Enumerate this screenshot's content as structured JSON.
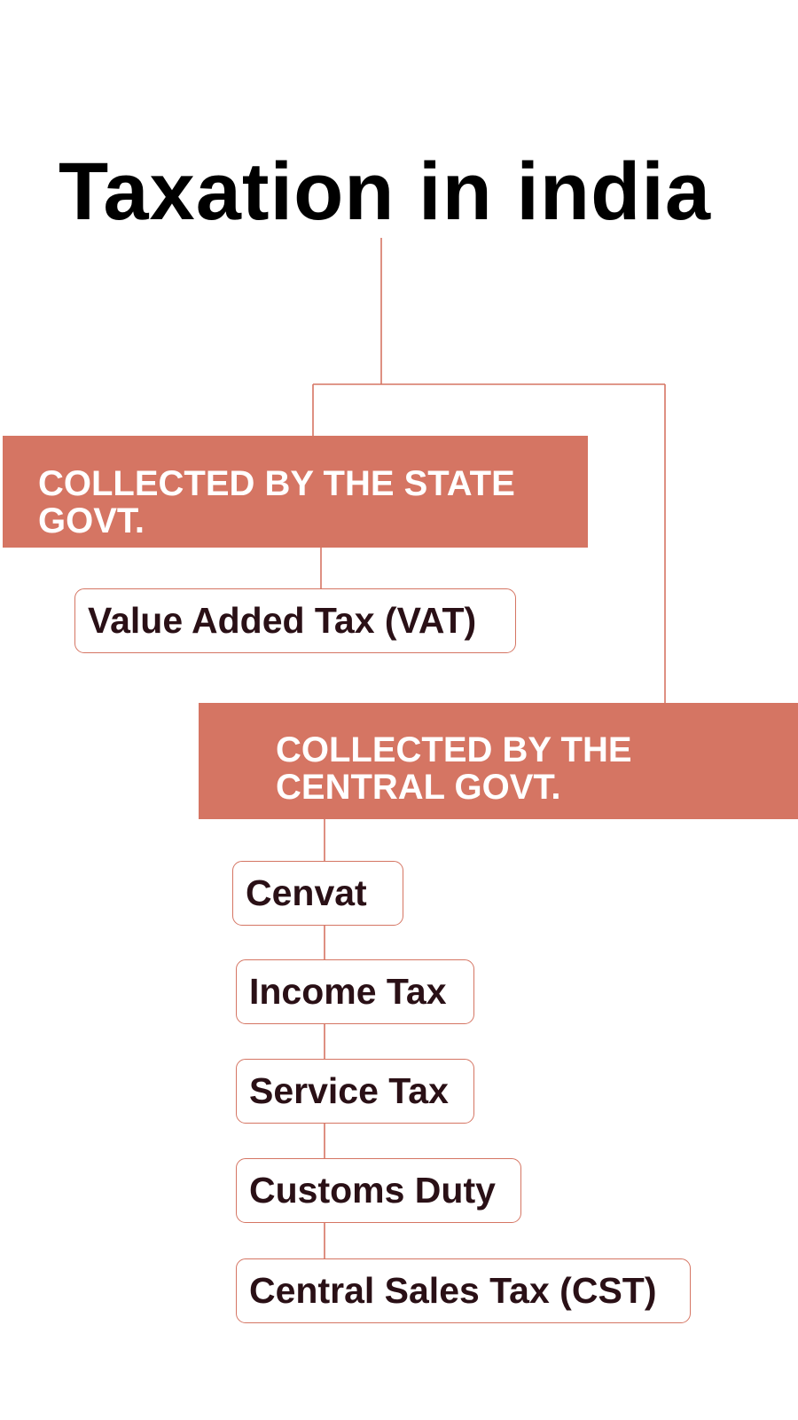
{
  "title": "Taxation in india",
  "colors": {
    "accent": "#d57563",
    "title": "#000000",
    "item_text": "#2a1016",
    "category_text": "#ffffff"
  },
  "categories": [
    {
      "label": "COLLECTED BY THE STATE GOVT.",
      "line1": "COLLECTED BY THE STATE",
      "line2": "GOVT.",
      "items": [
        "Value Added Tax (VAT)"
      ]
    },
    {
      "label": "COLLECTED BY THE CENTRAL GOVT.",
      "line1": "COLLECTED BY THE",
      "line2": "CENTRAL GOVT.",
      "items": [
        "Cenvat",
        "Income Tax",
        "Service Tax",
        "Customs Duty",
        "Central Sales Tax (CST)"
      ]
    }
  ]
}
